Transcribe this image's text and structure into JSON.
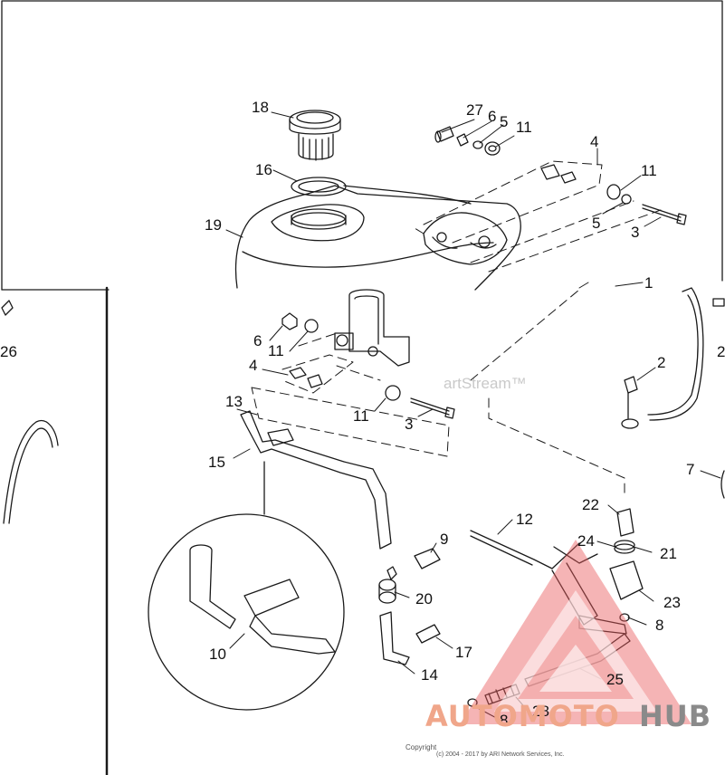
{
  "diagram": {
    "callouts": [
      {
        "id": "18",
        "text": "18"
      },
      {
        "id": "16",
        "text": "16"
      },
      {
        "id": "19",
        "text": "19"
      },
      {
        "id": "27",
        "text": "27"
      },
      {
        "id": "6a",
        "text": "6"
      },
      {
        "id": "5a",
        "text": "5"
      },
      {
        "id": "11a",
        "text": "11"
      },
      {
        "id": "4a",
        "text": "4"
      },
      {
        "id": "11b",
        "text": "11"
      },
      {
        "id": "5b",
        "text": "5"
      },
      {
        "id": "3a",
        "text": "3"
      },
      {
        "id": "1",
        "text": "1"
      },
      {
        "id": "26",
        "text": "26"
      },
      {
        "id": "6b",
        "text": "6"
      },
      {
        "id": "11c",
        "text": "11"
      },
      {
        "id": "4b",
        "text": "4"
      },
      {
        "id": "2a",
        "text": "2"
      },
      {
        "id": "2b",
        "text": "2"
      },
      {
        "id": "13",
        "text": "13"
      },
      {
        "id": "11d",
        "text": "11"
      },
      {
        "id": "3b",
        "text": "3"
      },
      {
        "id": "15",
        "text": "15"
      },
      {
        "id": "7",
        "text": "7"
      },
      {
        "id": "12",
        "text": "12"
      },
      {
        "id": "22",
        "text": "22"
      },
      {
        "id": "9",
        "text": "9"
      },
      {
        "id": "24",
        "text": "24"
      },
      {
        "id": "21",
        "text": "21"
      },
      {
        "id": "20",
        "text": "20"
      },
      {
        "id": "23",
        "text": "23"
      },
      {
        "id": "8a",
        "text": "8"
      },
      {
        "id": "10",
        "text": "10"
      },
      {
        "id": "17",
        "text": "17"
      },
      {
        "id": "14",
        "text": "14"
      },
      {
        "id": "25",
        "text": "25"
      },
      {
        "id": "28",
        "text": "28"
      },
      {
        "id": "8b",
        "text": "8"
      }
    ],
    "watermark": "artStream™",
    "copyright_line1": "Copyright",
    "copyright_line2": "(c) 2004 - 2017 by ARI Network Services, Inc."
  },
  "logo": {
    "part1": "AUTOMOTO",
    "part2": "HUB",
    "color_primary": "#f0a68a",
    "color_secondary": "#8a8a8a",
    "triangle_color": "#e8585a"
  }
}
